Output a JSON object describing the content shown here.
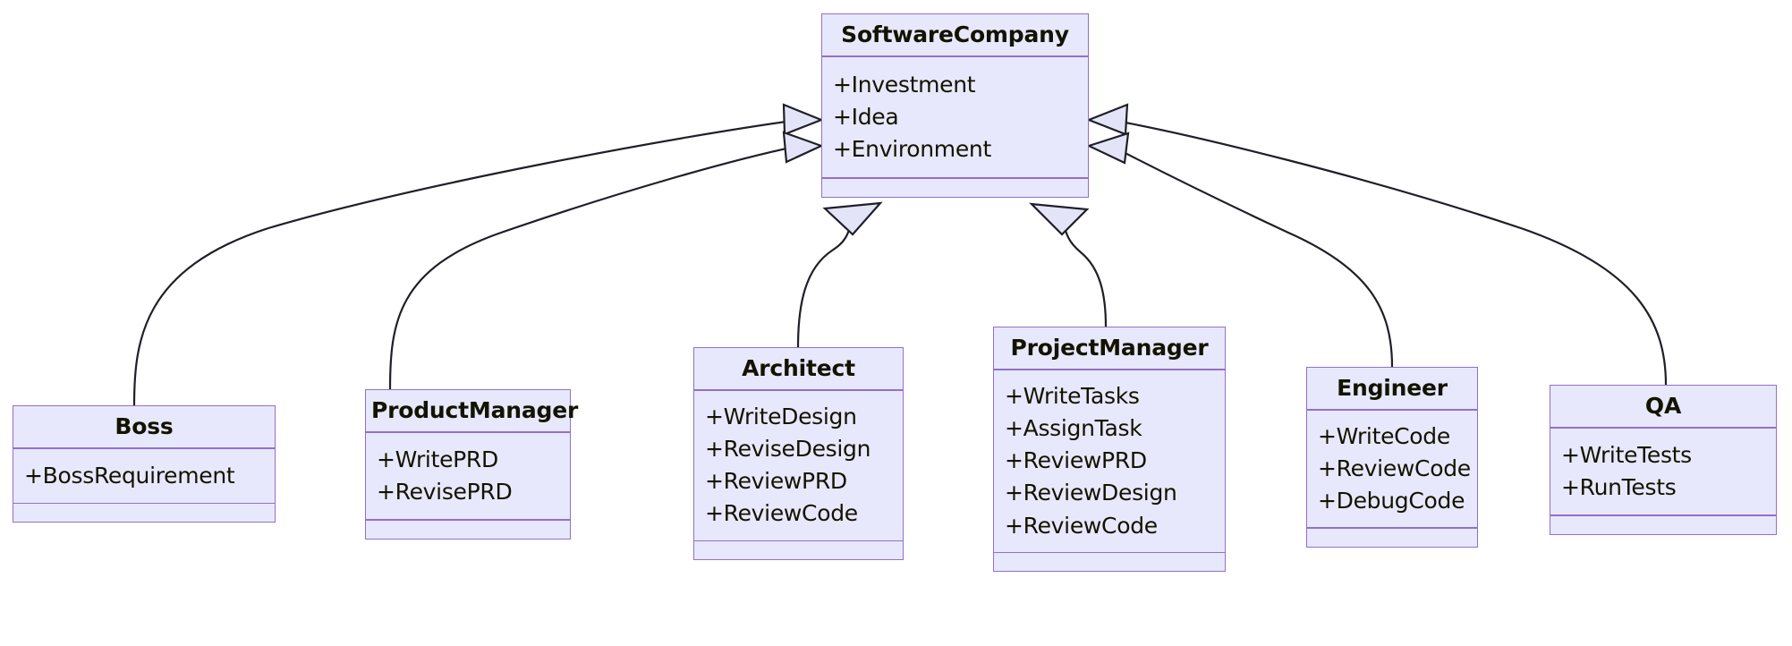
{
  "diagram": {
    "type": "uml-class-diagram",
    "title": "",
    "background_color": "#ffffff",
    "node_fill_color": "#e8e8fc",
    "node_border_color": "#9370c8",
    "edge_color": "#1f1f28",
    "text_color": "#131300",
    "relationship_type": "inheritance"
  },
  "classes": [
    {
      "name": "SoftwareCompany",
      "attributes": [
        "+Investment",
        "+Idea",
        "+Environment"
      ],
      "methods": []
    },
    {
      "name": "Boss",
      "attributes": [
        "+BossRequirement"
      ],
      "methods": []
    },
    {
      "name": "ProductManager",
      "attributes": [
        "+WritePRD",
        "+RevisePRD"
      ],
      "methods": []
    },
    {
      "name": "Architect",
      "attributes": [
        "+WriteDesign",
        "+ReviseDesign",
        "+ReviewPRD",
        "+ReviewCode"
      ],
      "methods": []
    },
    {
      "name": "ProjectManager",
      "attributes": [
        "+WriteTasks",
        "+AssignTask",
        "+ReviewPRD",
        "+ReviewDesign",
        "+ReviewCode"
      ],
      "methods": []
    },
    {
      "name": "Engineer",
      "attributes": [
        "+WriteCode",
        "+ReviewCode",
        "+DebugCode"
      ],
      "methods": []
    },
    {
      "name": "QA",
      "attributes": [
        "+WriteTests",
        "+RunTests"
      ],
      "methods": []
    }
  ],
  "relationships": [
    {
      "from": "Boss",
      "to": "SoftwareCompany",
      "kind": "generalization"
    },
    {
      "from": "ProductManager",
      "to": "SoftwareCompany",
      "kind": "generalization"
    },
    {
      "from": "Architect",
      "to": "SoftwareCompany",
      "kind": "generalization"
    },
    {
      "from": "ProjectManager",
      "to": "SoftwareCompany",
      "kind": "generalization"
    },
    {
      "from": "Engineer",
      "to": "SoftwareCompany",
      "kind": "generalization"
    },
    {
      "from": "QA",
      "to": "SoftwareCompany",
      "kind": "generalization"
    }
  ]
}
